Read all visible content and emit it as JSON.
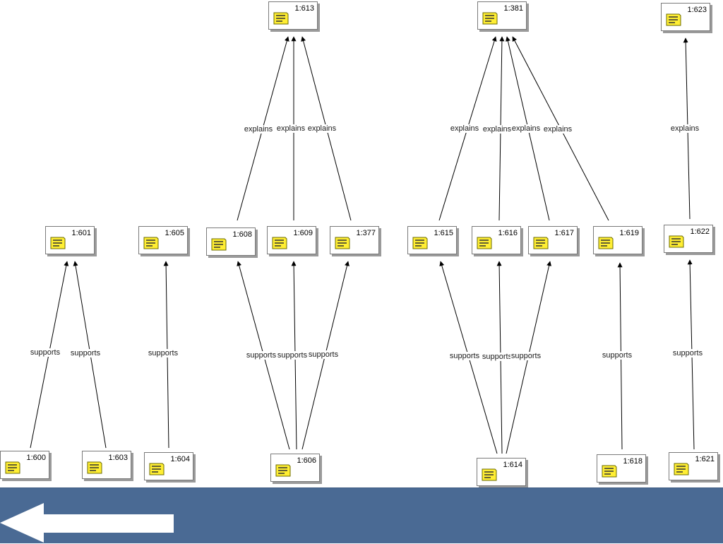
{
  "nodes": [
    {
      "id": "n613",
      "label": "1:613"
    },
    {
      "id": "n381",
      "label": "1:381"
    },
    {
      "id": "n623",
      "label": "1:623"
    },
    {
      "id": "n601",
      "label": "1:601"
    },
    {
      "id": "n605",
      "label": "1:605"
    },
    {
      "id": "n608",
      "label": "1:608"
    },
    {
      "id": "n609",
      "label": "1:609"
    },
    {
      "id": "n377",
      "label": "1:377"
    },
    {
      "id": "n615",
      "label": "1:615"
    },
    {
      "id": "n616",
      "label": "1:616"
    },
    {
      "id": "n617",
      "label": "1:617"
    },
    {
      "id": "n619",
      "label": "1:619"
    },
    {
      "id": "n622",
      "label": "1:622"
    },
    {
      "id": "n600",
      "label": "1:600"
    },
    {
      "id": "n603",
      "label": "1:603"
    },
    {
      "id": "n604",
      "label": "1:604"
    },
    {
      "id": "n606",
      "label": "1:606"
    },
    {
      "id": "n614",
      "label": "1:614"
    },
    {
      "id": "n618",
      "label": "1:618"
    },
    {
      "id": "n621",
      "label": "1:621"
    }
  ],
  "edges": [
    {
      "from": "n608",
      "to": "n613",
      "label": "explains"
    },
    {
      "from": "n609",
      "to": "n613",
      "label": "explains"
    },
    {
      "from": "n377",
      "to": "n613",
      "label": "explains"
    },
    {
      "from": "n615",
      "to": "n381",
      "label": "explains"
    },
    {
      "from": "n616",
      "to": "n381",
      "label": "explains"
    },
    {
      "from": "n617",
      "to": "n381",
      "label": "explains"
    },
    {
      "from": "n619",
      "to": "n381",
      "label": "explains"
    },
    {
      "from": "n622",
      "to": "n623",
      "label": "explains"
    },
    {
      "from": "n600",
      "to": "n601",
      "label": "supports"
    },
    {
      "from": "n603",
      "to": "n601",
      "label": "supports"
    },
    {
      "from": "n604",
      "to": "n605",
      "label": "supports"
    },
    {
      "from": "n606",
      "to": "n608",
      "label": "supports"
    },
    {
      "from": "n606",
      "to": "n609",
      "label": "supports"
    },
    {
      "from": "n606",
      "to": "n377",
      "label": "supports"
    },
    {
      "from": "n614",
      "to": "n615",
      "label": "supports"
    },
    {
      "from": "n614",
      "to": "n616",
      "label": "supports"
    },
    {
      "from": "n614",
      "to": "n617",
      "label": "supports"
    },
    {
      "from": "n618",
      "to": "n619",
      "label": "supports"
    },
    {
      "from": "n621",
      "to": "n622",
      "label": "supports"
    }
  ],
  "colors": {
    "bar": "#4a6a94",
    "arrow": "#ffffff",
    "icon_fill": "#ffee33",
    "icon_stroke": "#6b6b00"
  },
  "icons": {
    "node": "document-icon",
    "nav": "back-arrow-icon"
  }
}
